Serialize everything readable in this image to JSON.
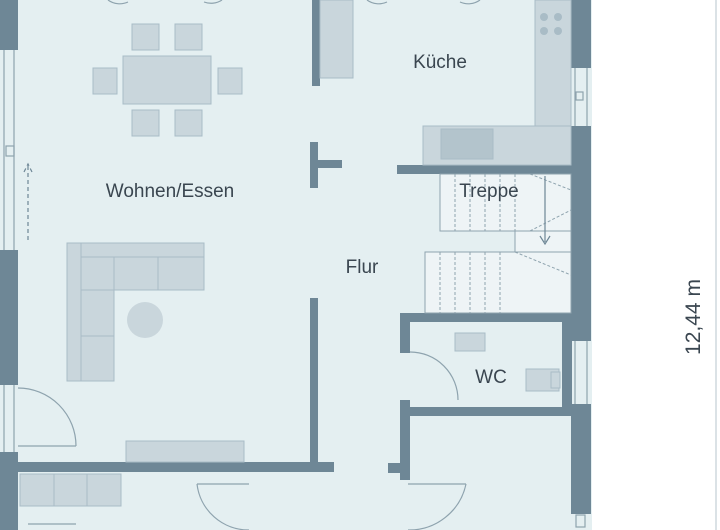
{
  "rooms": {
    "kitchen": "Küche",
    "living_dining": "Wohnen/Essen",
    "stairs": "Treppe",
    "hall": "Flur",
    "wc": "WC"
  },
  "dimension": {
    "height": "12,44 m"
  },
  "colors": {
    "floor": "#e4eff1",
    "wall": "#6e8796",
    "furniture": "#c9d6dc",
    "furniture_edge": "#a9bcc6",
    "outline": "#8ea3ae",
    "text": "#3a4650"
  }
}
